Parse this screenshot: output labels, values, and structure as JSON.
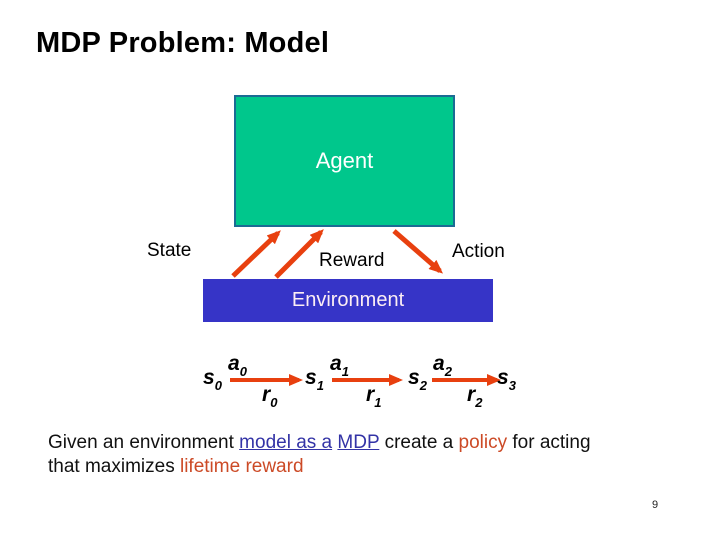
{
  "slide": {
    "title": "MDP Problem: Model",
    "page_number": "9"
  },
  "diagram": {
    "agent_label": "Agent",
    "environment_label": "Environment",
    "state_label": "State",
    "reward_label": "Reward",
    "action_label": "Action",
    "colors": {
      "agent_fill": "#00C78C",
      "agent_border": "#1B6B94",
      "agent_text": "#FFFFFF",
      "environment_fill": "#3634C7",
      "environment_text": "#FCEEF4",
      "arrow": "#E8400F",
      "label_text": "#000000"
    }
  },
  "sequence": {
    "states": [
      {
        "base": "s",
        "sub": "0"
      },
      {
        "base": "s",
        "sub": "1"
      },
      {
        "base": "s",
        "sub": "2"
      },
      {
        "base": "s",
        "sub": "3"
      }
    ],
    "actions": [
      {
        "base": "a",
        "sub": "0"
      },
      {
        "base": "a",
        "sub": "1"
      },
      {
        "base": "a",
        "sub": "2"
      }
    ],
    "rewards": [
      {
        "base": "r",
        "sub": "0"
      },
      {
        "base": "r",
        "sub": "1"
      },
      {
        "base": "r",
        "sub": "2"
      }
    ]
  },
  "caption": {
    "line1": {
      "text1": "Given an environment ",
      "link1": "model as a",
      "text2": " ",
      "link2": "MDP",
      "text3": " create a ",
      "highlight1": "policy",
      "text4": " for acting"
    },
    "line2": {
      "text1": "that maximizes ",
      "highlight2": "lifetime reward"
    },
    "colors": {
      "link": "#3333A6",
      "highlight": "#CC4A26",
      "text": "#111111"
    }
  }
}
